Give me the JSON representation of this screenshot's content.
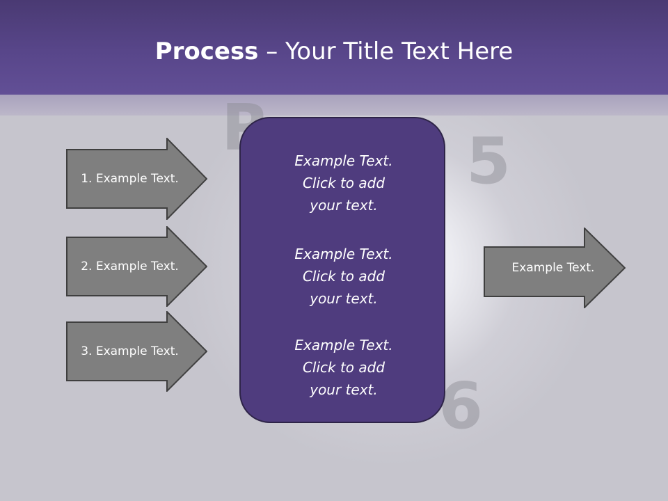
{
  "slide": {
    "title_bold": "Process",
    "title_rest": " – Your Title Text Here",
    "left_arrows": [
      {
        "label": "1. Example Text."
      },
      {
        "label": "2. Example Text."
      },
      {
        "label": "3. Example Text."
      }
    ],
    "center_blocks": [
      {
        "lines": [
          "Example Text.",
          "Click  to add",
          "your text."
        ]
      },
      {
        "lines": [
          "Example Text.",
          "Click  to add",
          "your text."
        ]
      },
      {
        "lines": [
          "Example Text.",
          "Click  to add",
          "your text."
        ]
      }
    ],
    "right_arrow": {
      "label": "Example Text."
    }
  },
  "colors": {
    "header": "#58468a",
    "center_box": "#4f3c7e",
    "arrow_fill": "#7f7f7f",
    "arrow_stroke": "#3f3f3f"
  }
}
